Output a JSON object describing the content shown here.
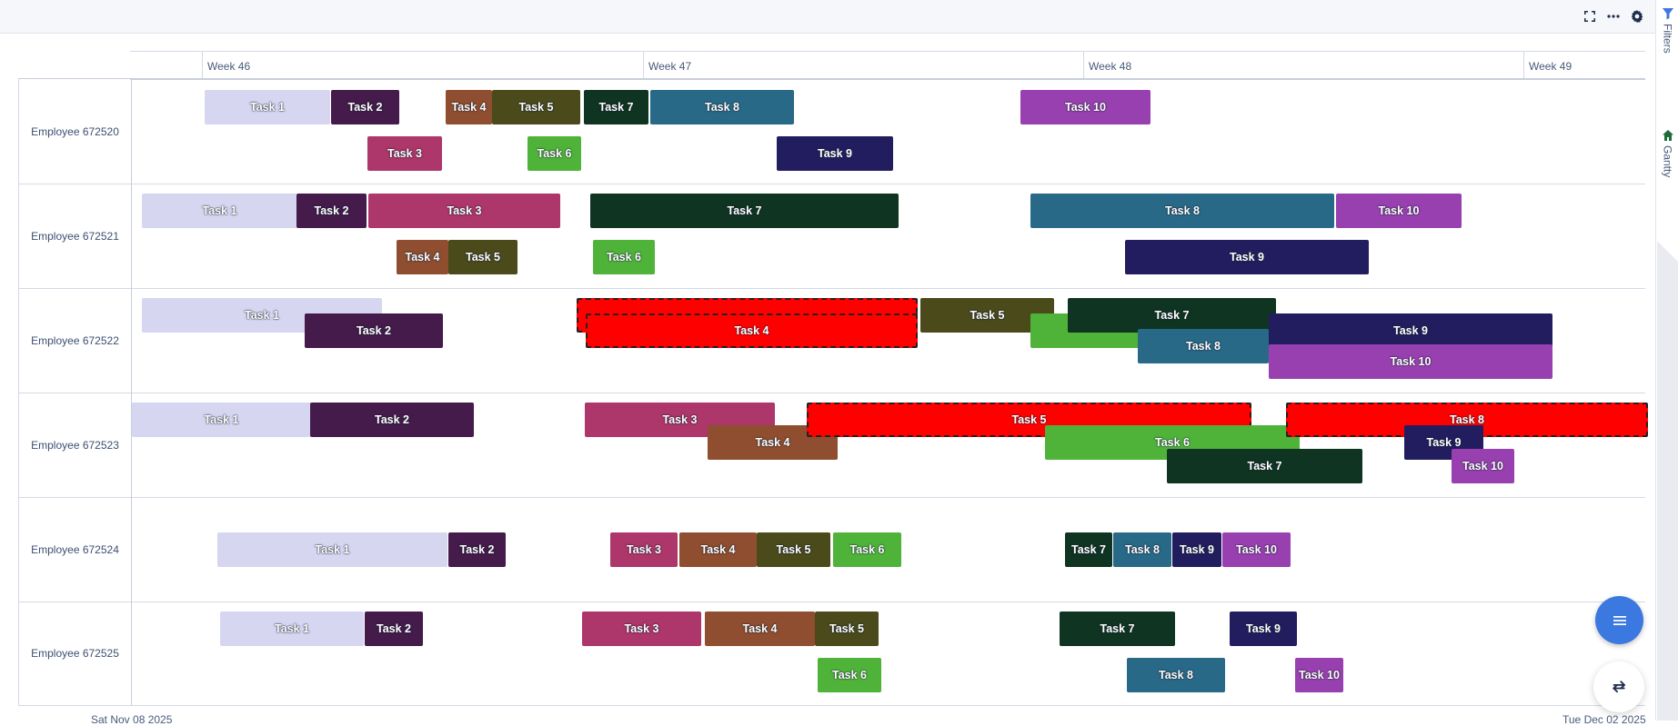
{
  "toolbar": {
    "icons": [
      "fullscreen-icon",
      "more-icon",
      "settings-icon"
    ]
  },
  "side_panel": {
    "tabs": [
      {
        "label": "Filters",
        "icon": "filter-icon"
      },
      {
        "label": "Gantty",
        "icon": "home-icon"
      }
    ]
  },
  "timeline": {
    "weeks": [
      "Week 46",
      "Week 47",
      "Week 48",
      "Week 49"
    ],
    "start_date": "Sat Nov 08 2025",
    "end_date": "Tue Dec 02 2025"
  },
  "colors": {
    "task1": "#d6d6f0",
    "task2": "#441b4a",
    "task3": "#ad366a",
    "task4": "#8e4e2f",
    "task5": "#4a4a1b",
    "task6": "#4fb33a",
    "task7": "#0f3421",
    "task8": "#286987",
    "task9": "#221d5e",
    "task10": "#9840b0",
    "conflict": "#ff0000"
  },
  "rows": [
    {
      "label": "Employee 672520",
      "tasks": [
        {
          "label": "Task 1",
          "color": "task1"
        },
        {
          "label": "Task 2",
          "color": "task2"
        },
        {
          "label": "Task 4",
          "color": "task4"
        },
        {
          "label": "Task 5",
          "color": "task5"
        },
        {
          "label": "Task 7",
          "color": "task7"
        },
        {
          "label": "Task 8",
          "color": "task8"
        },
        {
          "label": "Task 10",
          "color": "task10"
        },
        {
          "label": "Task 3",
          "color": "task3"
        },
        {
          "label": "Task 6",
          "color": "task6"
        },
        {
          "label": "Task 9",
          "color": "task9"
        }
      ]
    },
    {
      "label": "Employee 672521",
      "tasks": [
        {
          "label": "Task 1",
          "color": "task1"
        },
        {
          "label": "Task 2",
          "color": "task2"
        },
        {
          "label": "Task 3",
          "color": "task3"
        },
        {
          "label": "Task 7",
          "color": "task7"
        },
        {
          "label": "Task 8",
          "color": "task8"
        },
        {
          "label": "Task 10",
          "color": "task10"
        },
        {
          "label": "Task 4",
          "color": "task4"
        },
        {
          "label": "Task 5",
          "color": "task5"
        },
        {
          "label": "Task 6",
          "color": "task6"
        },
        {
          "label": "Task 9",
          "color": "task9"
        }
      ]
    },
    {
      "label": "Employee 672522",
      "tasks": [
        {
          "label": "Task 1",
          "color": "task1"
        },
        {
          "label": "Task 2",
          "color": "task2"
        },
        {
          "label": "",
          "color": "conflict",
          "conflict": true
        },
        {
          "label": "Task 4",
          "color": "conflict",
          "conflict": true
        },
        {
          "label": "Task 5",
          "color": "task5"
        },
        {
          "label": "",
          "color": "task6"
        },
        {
          "label": "Task 7",
          "color": "task7"
        },
        {
          "label": "Task 8",
          "color": "task8"
        },
        {
          "label": "Task 9",
          "color": "task9"
        },
        {
          "label": "Task 10",
          "color": "task10"
        }
      ]
    },
    {
      "label": "Employee 672523",
      "tasks": [
        {
          "label": "Task 1",
          "color": "task1"
        },
        {
          "label": "Task 2",
          "color": "task2"
        },
        {
          "label": "Task 3",
          "color": "task3"
        },
        {
          "label": "Task 4",
          "color": "task4"
        },
        {
          "label": "Task 5",
          "color": "conflict",
          "conflict": true
        },
        {
          "label": "Task 6",
          "color": "task6"
        },
        {
          "label": "Task 7",
          "color": "task7"
        },
        {
          "label": "Task 8",
          "color": "conflict",
          "conflict": true
        },
        {
          "label": "Task 9",
          "color": "task9"
        },
        {
          "label": "Task 10",
          "color": "task10"
        }
      ]
    },
    {
      "label": "Employee 672524",
      "tasks": [
        {
          "label": "Task 1",
          "color": "task1"
        },
        {
          "label": "Task 2",
          "color": "task2"
        },
        {
          "label": "Task 3",
          "color": "task3"
        },
        {
          "label": "Task 4",
          "color": "task4"
        },
        {
          "label": "Task 5",
          "color": "task5"
        },
        {
          "label": "Task 6",
          "color": "task6"
        },
        {
          "label": "Task 7",
          "color": "task7"
        },
        {
          "label": "Task 8",
          "color": "task8"
        },
        {
          "label": "Task 9",
          "color": "task9"
        },
        {
          "label": "Task 10",
          "color": "task10"
        }
      ]
    },
    {
      "label": "Employee 672525",
      "tasks": [
        {
          "label": "Task 1",
          "color": "task1"
        },
        {
          "label": "Task 2",
          "color": "task2"
        },
        {
          "label": "Task 3",
          "color": "task3"
        },
        {
          "label": "Task 4",
          "color": "task4"
        },
        {
          "label": "Task 5",
          "color": "task5"
        },
        {
          "label": "Task 7",
          "color": "task7"
        },
        {
          "label": "Task 9",
          "color": "task9"
        },
        {
          "label": "Task 6",
          "color": "task6"
        },
        {
          "label": "Task 8",
          "color": "task8"
        },
        {
          "label": "Task 10",
          "color": "task10"
        }
      ]
    }
  ],
  "fab": {
    "menu_icon": "menu-icon",
    "switch_icon": "swap-icon"
  }
}
